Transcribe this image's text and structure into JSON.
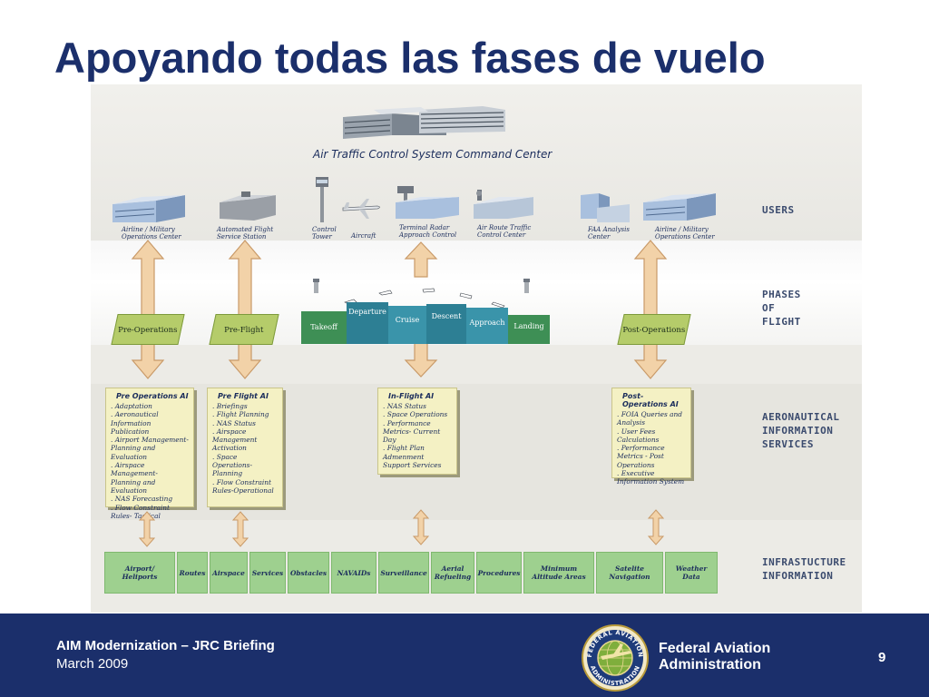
{
  "slide": {
    "title": "Apoyando todas las fases de vuelo"
  },
  "diagram": {
    "command_center": "Air Traffic Control System Command Center",
    "users": [
      "Airline / Military Operations Center",
      "Automated Flight Service Station",
      "Control Tower",
      "Aircraft",
      "Terminal Radar Approach Control",
      "Air Route Traffic Control Center",
      "FAA Analysis Center",
      "Airline / Military Operations Center"
    ],
    "side_labels": {
      "users": "USERS",
      "phases": [
        "PHASES",
        "OF",
        "FLIGHT"
      ],
      "ais": [
        "AERONAUTICAL",
        "INFORMATION",
        "SERVICES"
      ],
      "infra": [
        "INFRASTUCTURE",
        "INFORMATION"
      ]
    },
    "phase_tiles": [
      "Pre-Operations",
      "Pre-Flight",
      "Post-Operations"
    ],
    "flight_segments": [
      "Takeoff",
      "Departure",
      "Cruise",
      "Descent",
      "Approach",
      "Landing"
    ],
    "ais_boxes": [
      {
        "title": "Pre Operations AI",
        "items": [
          ". Adaptation",
          ". Aeronautical Information Publication",
          ". Airport Management- Planning and Evaluation",
          ". Airspace Management- Planning and Evaluation",
          ". NAS Forecasting",
          ". Flow Constraint Rules- Tactical"
        ]
      },
      {
        "title": "Pre Flight AI",
        "items": [
          ". Briefings",
          ". Flight Planning",
          ". NAS Status",
          ". Airspace Management Activation",
          ". Space Operations- Planning",
          ". Flow Constraint Rules-Operational"
        ]
      },
      {
        "title": "In-Flight AI",
        "items": [
          ". NAS Status",
          ". Space Operations",
          ". Performance Metrics- Current Day",
          ". Flight Plan Admenment",
          "Support Services"
        ]
      },
      {
        "title": "Post-Operations AI",
        "items": [
          ". FOIA Queries and Analysis",
          ". User Fees Calculations",
          ". Performance Metrics - Post Operations",
          ". Executive Information System"
        ]
      }
    ],
    "infrastructure": [
      "Airport/ Heliports",
      "Routes",
      "Airspace",
      "Services",
      "Obstacles",
      "NAVAIDs",
      "Surveillance",
      "Aerial Refueling",
      "Procedures",
      "Minimum Altitude Areas",
      "Satelite Navigation",
      "Weather Data"
    ]
  },
  "footer": {
    "briefing": "AIM Modernization – JRC Briefing",
    "date": "March 2009",
    "agency_line1": "Federal Aviation",
    "agency_line2": "Administration",
    "page_number": "9",
    "seal_top_text": "FEDERAL AVIATION",
    "seal_bottom_text": "ADMINISTRATION"
  },
  "colors": {
    "navy": "#1b2f6b",
    "phase_green": "#b5cc6a",
    "infra_green": "#9ed08f",
    "ais_yellow": "#f4f1c4",
    "flight_teal": "#2d7f94"
  }
}
